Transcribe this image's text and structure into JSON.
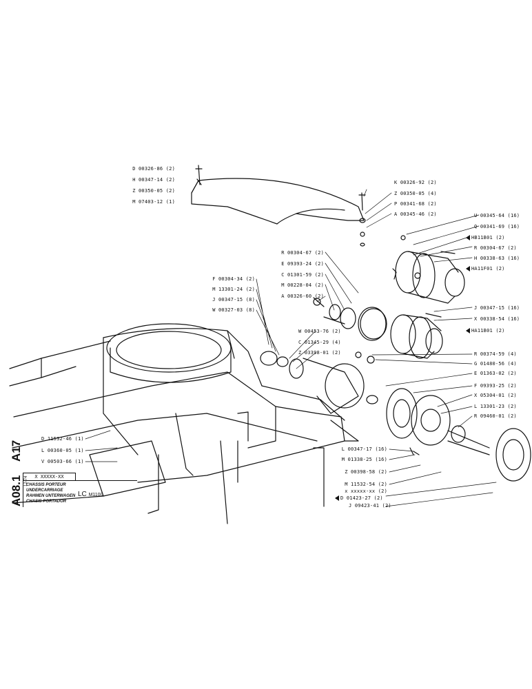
{
  "sheet": {
    "codes": [
      "A17",
      "A08.1"
    ],
    "date": "12-74",
    "ref_box": "X XXXXX-XX",
    "titles": [
      "CHASSIS PORTEUR",
      "UNDERCARRIAGE",
      "RAHMEN UNTERWAGEN",
      "CHASIS PORTADOR"
    ],
    "model": "LC",
    "model_suffix": "M1100"
  },
  "labels": {
    "l01": "D 00326-86 (2)",
    "l02": "H 00347-14 (2)",
    "l03": "Z 00350-05 (2)",
    "l04": "M 07403-12 (1)",
    "l05": "K 00326-92 (2)",
    "l06": "Z 00350-05 (4)",
    "l07": "P 00341-68 (2)",
    "l08": "A 00345-46 (2)",
    "l09": "U 00345-64 (16)",
    "l10": "Q 00341-69 (16)",
    "l11": "HB11B01 (2)",
    "l12": "R 00304-67 (2)",
    "l13": "H 00338-63 (16)",
    "l14": "HA11F01 (2)",
    "l15": "R 00304-67 (2)",
    "l16": "E 09393-24 (2)",
    "l17": "C 01301-59 (2)",
    "l18": "M 00228-04 (2)",
    "l19": "A 00326-60 (2)",
    "l20": "F 00304-34 (2)",
    "l21": "M 13301-24 (2)",
    "l22": "J 00347-15 (8)",
    "l23": "W 00327-03 (8)",
    "l24": "W 00453-76 (2)",
    "l25": "C 01345-29 (4)",
    "l26": "Z 03398-01 (2)",
    "l27": "J 00347-15 (16)",
    "l28": "X 00338-54 (16)",
    "l29": "HA11B01 (2)",
    "l30": "R 00374-59 (4)",
    "l31": "G 01480-56 (4)",
    "l32": "E 01363-02 (2)",
    "l33": "F 09393-25 (2)",
    "l34": "X 05304-01 (2)",
    "l35": "L 13301-23 (2)",
    "l36": "R 09460-01 (2)",
    "l37": "D 11532-46 (1)",
    "l38": "L 00360-05 (1)",
    "l39": "V 00503-66 (1)",
    "l40": "L 00347-17 (16)",
    "l41": "M 01338-25 (16)",
    "l42": "Z 00398-58 (2)",
    "l43": "M 11532-54 (2)",
    "l44": "x xxxxx-xx (2)",
    "l45": "D 01423-27 (2)",
    "l46": "J 09423-41 (2)"
  }
}
